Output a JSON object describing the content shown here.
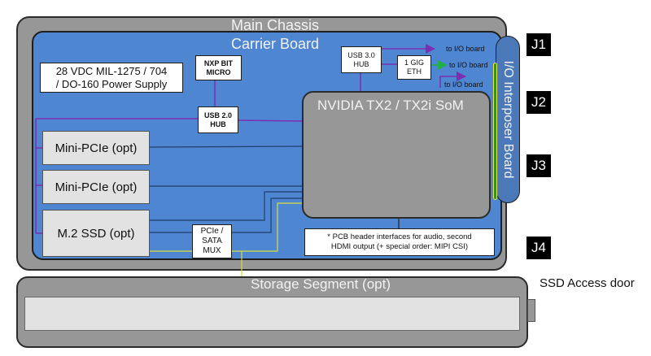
{
  "diagram": {
    "main_chassis": {
      "label": "Main Chassis"
    },
    "carrier_board": {
      "label": "Carrier Board"
    },
    "power_supply": {
      "label_line1": "28 VDC MIL-1275 / 704",
      "label_line2": "/ DO-160 Power Supply"
    },
    "nxp_micro": {
      "label_line1": "NXP BIT",
      "label_line2": "MICRO"
    },
    "usb2_hub": {
      "label_line1": "USB 2.0",
      "label_line2": "HUB"
    },
    "usb3_hub": {
      "label_line1": "USB 3.0",
      "label_line2": "HUB"
    },
    "eth": {
      "label_line1": "1 GIG",
      "label_line2": "ETH"
    },
    "io_links": [
      {
        "label": "to I/O board",
        "color": "#7a2fb0"
      },
      {
        "label": "to I/O board",
        "color": "#1fae4a"
      },
      {
        "label": "to I/O board",
        "color": "#7a2fb0"
      }
    ],
    "som": {
      "label": "NVIDIA TX2 / TX2i SoM"
    },
    "io_interposer": {
      "label": "I/O Interposer Board"
    },
    "slots": [
      {
        "label": "Mini-PCIe (opt)"
      },
      {
        "label": "Mini-PCIe (opt)"
      },
      {
        "label": "M.2 SSD (opt)"
      }
    ],
    "mux": {
      "label_line1": "PCIe /",
      "label_line2": "SATA",
      "label_line3": "MUX"
    },
    "header_note": {
      "label_line1": "* PCB header interfaces for audio, second",
      "label_line2": "HDMI output (+ special order: MIPI CSI)"
    },
    "connectors": [
      {
        "label": "J1"
      },
      {
        "label": "J2"
      },
      {
        "label": "J3"
      },
      {
        "label": "J4"
      }
    ],
    "storage_segment": {
      "label": "Storage Segment (opt)"
    },
    "ssd_access_door": {
      "label": "SSD Access door"
    },
    "colors": {
      "chassis": "#979797",
      "carrier": "#4f86d1",
      "interposer": "#4a78b8",
      "usb_line": "#7a2fb0",
      "eth_line": "#1fae4a",
      "sata_line": "#d6dc3c",
      "pcie_line": "#1f3f6e"
    }
  }
}
